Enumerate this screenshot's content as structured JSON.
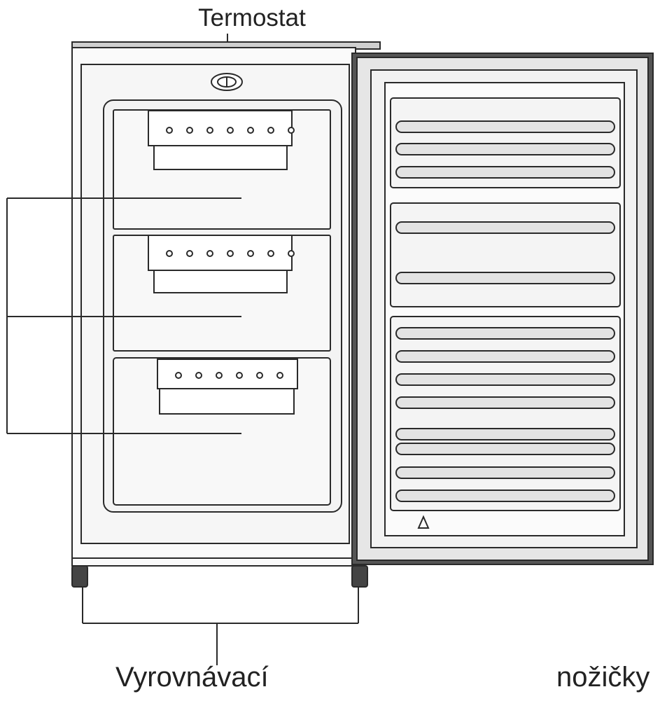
{
  "labels": {
    "thermostat": "Termostat",
    "leveling": "Vyrovnávací",
    "feet": "nožičky"
  },
  "drawers": [
    {
      "holes": 7
    },
    {
      "holes": 7
    },
    {
      "holes": 6
    }
  ],
  "door_ribs": 13,
  "colors": {
    "line": "#2a2a2a",
    "panel": "#f1f1f1",
    "door_frame": "#d9d9d9",
    "rib": "#e3e3e3"
  }
}
